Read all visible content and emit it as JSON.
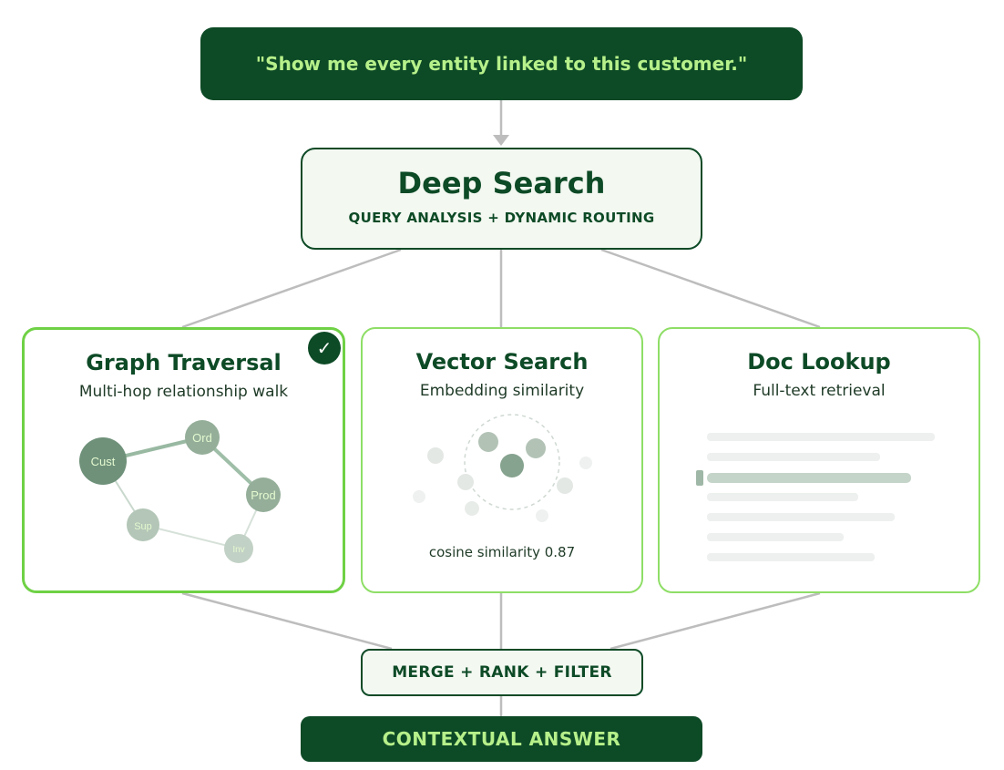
{
  "query": {
    "text": "\"Show me every entity linked to this customer.\""
  },
  "deep_search": {
    "title": "Deep Search",
    "subtitle": "QUERY ANALYSIS + DYNAMIC ROUTING"
  },
  "cards": [
    {
      "title": "Graph Traversal",
      "subtitle": "Multi-hop relationship walk",
      "selected": true,
      "nodes": [
        "Cust",
        "Ord",
        "Prod",
        "Sup",
        "Inv"
      ]
    },
    {
      "title": "Vector Search",
      "subtitle": "Embedding similarity",
      "selected": false,
      "caption": "cosine similarity 0.87"
    },
    {
      "title": "Doc Lookup",
      "subtitle": "Full-text retrieval",
      "selected": false
    }
  ],
  "merge": {
    "label": "MERGE + RANK + FILTER"
  },
  "answer": {
    "label": "CONTEXTUAL ANSWER"
  },
  "icons": {
    "selected": "check-icon"
  },
  "colors": {
    "dark_green": "#0d4a26",
    "light_green_text": "#b6f08a",
    "card_border": "#8ede66",
    "connector": "#bbbbbb"
  }
}
